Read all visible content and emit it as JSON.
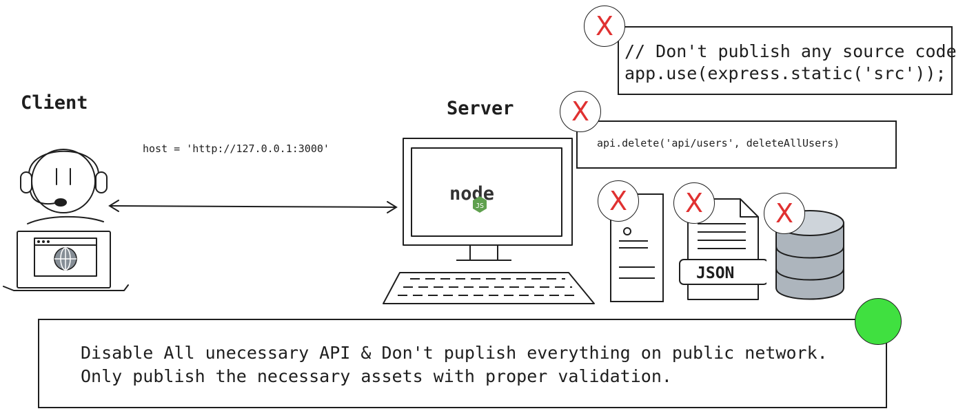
{
  "client": {
    "title": "Client"
  },
  "server": {
    "title": "Server"
  },
  "connection": {
    "host_text": "host = 'http://127.0.0.1:3000'"
  },
  "static_code": {
    "comment": "// Don't publish any source code",
    "code": "app.use(express.static('src'));"
  },
  "api_code": {
    "code": "api.delete('api/users', deleteAllUsers)"
  },
  "nodejs_logo": {
    "word": "node",
    "badge": "JS"
  },
  "json_file": {
    "label": "JSON"
  },
  "mark_x_label": "X",
  "recommendation": {
    "line1": "Disable All unecessary API & Don't puplish everything on public network.",
    "line2": "Only publish the necessary assets with proper validation."
  },
  "colors": {
    "x_red": "#e03131",
    "ok_green": "#40e040",
    "stroke": "#1e1e1e",
    "node_green": "#5fa04e"
  }
}
